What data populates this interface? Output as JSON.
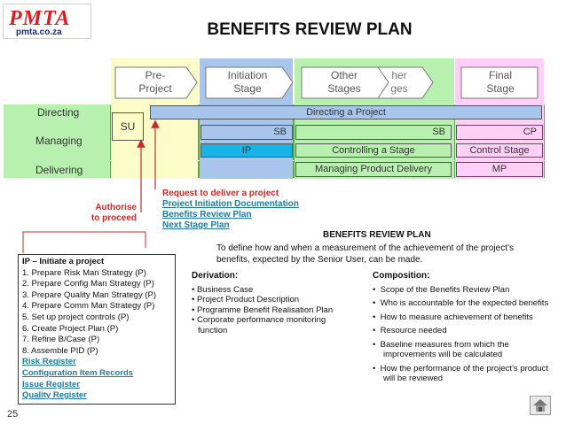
{
  "logo": {
    "name": "PMTA",
    "url": "pmta.co.za"
  },
  "title": "BENEFITS REVIEW PLAN",
  "stages": [
    {
      "label_1": "Pre-",
      "label_2": "Project"
    },
    {
      "label_1": "Initiation",
      "label_2": "Stage"
    },
    {
      "label_1": "Other",
      "label_2": "Stages"
    },
    {
      "label_1": "Final",
      "label_2": "Stage"
    }
  ],
  "ghost_stage": {
    "label_1": "her",
    "label_2": "ges"
  },
  "rows": {
    "directing": "Directing",
    "managing": "Managing",
    "delivering": "Delivering"
  },
  "boxes": {
    "su": "SU",
    "directing_project": "Directing a Project",
    "sb1": "SB",
    "ip": "IP",
    "sb2": "SB",
    "controlling_stage": "Controlling a Stage",
    "cp": "CP",
    "control_stage": "Control Stage",
    "managing_delivery": "Managing Product Delivery",
    "mp": "MP"
  },
  "authorise": {
    "line1": "Authorise",
    "line2": "to proceed"
  },
  "request": {
    "label": "Request to deliver a project",
    "links": [
      "Project Initiation Documentation",
      "Benefits Review Plan",
      "Next Stage Plan"
    ]
  },
  "ip_panel": {
    "title": "IP – Initiate a project",
    "steps": [
      "1. Prepare Risk Man Strategy (P)",
      "2. Prepare Config Man Strategy (P)",
      "3. Prepare Quality Man Strategy (P)",
      "4. Prepare Comm Man Strategy (P)",
      "5. Set up project controls (P)",
      "6. Create Project Plan (P)",
      "7. Refine B/Case (P)",
      "8. Assemble PID (P)"
    ],
    "links": [
      "Risk Register",
      "Configuration Item Records",
      "Issue Register",
      "Quality Register"
    ]
  },
  "brp": {
    "heading": "BENEFITS REVIEW PLAN",
    "definition_1": "To define how and when a measurement of the achievement of the project’s",
    "definition_2": "benefits, expected by the Senior User, can be made.",
    "derivation_title": "Derivation:",
    "derivation": [
      "Business Case",
      "Project Product Description",
      "Programme Benefit Realisation Plan",
      "Corporate performance monitoring function"
    ],
    "composition_title": "Composition:",
    "composition": [
      "Scope of the Benefits Review Plan",
      "Who is accountable for the expected benefits",
      "How to measure achievement of benefits",
      "Resource needed",
      "Baseline measures from which the improvements will be calculated",
      "How the performance of the project’s product will be reviewed"
    ]
  },
  "page_number": "25",
  "colors": {
    "pre_project": "#fcfcc8",
    "initiation": "#a8c6ec",
    "other_stages": "#b8f0b0",
    "final_stage": "#ffcff7",
    "band_dark": "#5aa84f",
    "logo_red": "#e0191e",
    "arrow_red": "#cc2a2a",
    "link": "#1f7a9c"
  }
}
